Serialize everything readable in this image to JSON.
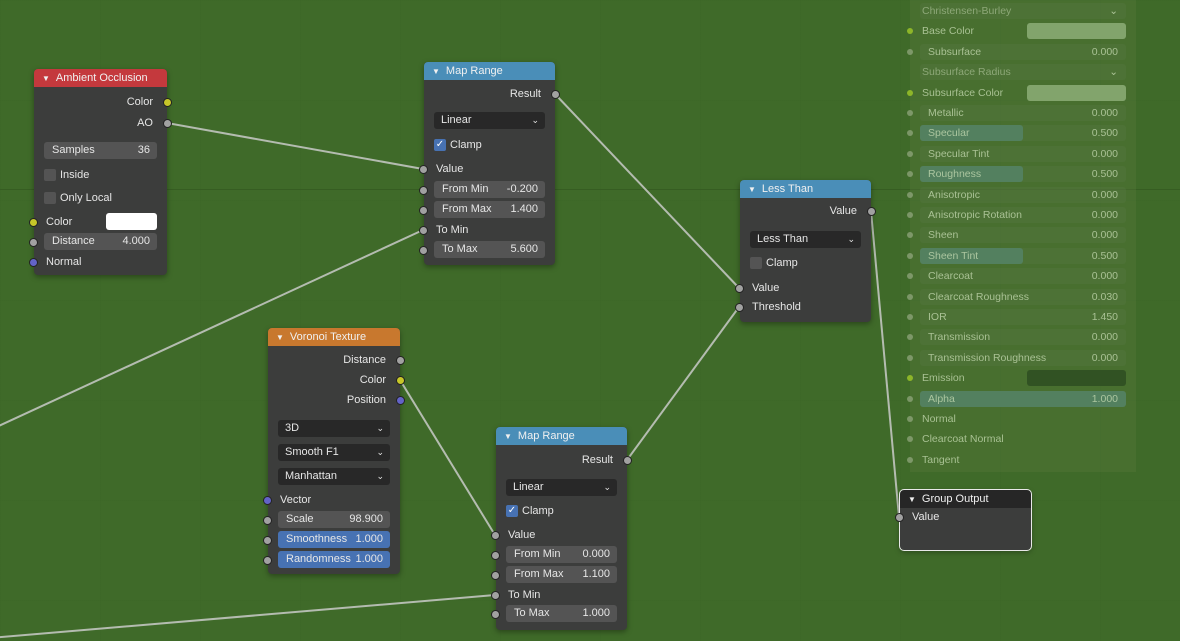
{
  "colors": {
    "background": "#3f6a29",
    "header_blue": "#4a8eb8",
    "header_red": "#c4393d",
    "header_orange": "#c8782e",
    "socket_gray": "#a1a1a1",
    "socket_yellow": "#c7c729",
    "socket_purple": "#6363c7",
    "field_blue": "#4772b3"
  },
  "nodes": [
    {
      "id": "ao",
      "title": "Ambient Occlusion",
      "header": "red",
      "rows": [
        {
          "type": "out",
          "label": "Color",
          "sock": "yellow"
        },
        {
          "type": "out",
          "label": "AO",
          "sock": "gray"
        },
        {
          "type": "field",
          "label": "Samples",
          "value": "36"
        },
        {
          "type": "check",
          "label": "Inside",
          "checked": false
        },
        {
          "type": "check",
          "label": "Only Local",
          "checked": false
        },
        {
          "type": "color",
          "label": "Color",
          "sock": "yellow"
        },
        {
          "type": "field",
          "label": "Distance",
          "value": "4.000",
          "sock": "gray"
        },
        {
          "type": "in",
          "label": "Normal",
          "sock": "purple"
        }
      ]
    },
    {
      "id": "mr1",
      "title": "Map Range",
      "header": "blue",
      "rows": [
        {
          "type": "out",
          "label": "Result",
          "sock": "gray"
        },
        {
          "type": "select",
          "value": "Linear"
        },
        {
          "type": "check",
          "label": "Clamp",
          "checked": true
        },
        {
          "type": "in",
          "label": "Value",
          "sock": "gray"
        },
        {
          "type": "field",
          "label": "From Min",
          "value": "-0.200",
          "sock": "gray"
        },
        {
          "type": "field",
          "label": "From Max",
          "value": "1.400",
          "sock": "gray"
        },
        {
          "type": "in",
          "label": "To Min",
          "sock": "gray"
        },
        {
          "type": "field",
          "label": "To Max",
          "value": "5.600",
          "sock": "gray"
        }
      ]
    },
    {
      "id": "lt",
      "title": "Less Than",
      "header": "blue",
      "rows": [
        {
          "type": "out",
          "label": "Value",
          "sock": "gray"
        },
        {
          "type": "select",
          "value": "Less Than"
        },
        {
          "type": "check",
          "label": "Clamp",
          "checked": false
        },
        {
          "type": "in",
          "label": "Value",
          "sock": "gray"
        },
        {
          "type": "in",
          "label": "Threshold",
          "sock": "gray"
        }
      ]
    },
    {
      "id": "go",
      "title": "Group Output",
      "header": "dark",
      "selected": true,
      "rows": [
        {
          "type": "in",
          "label": "Value",
          "sock": "gray"
        }
      ]
    },
    {
      "id": "vor",
      "title": "Voronoi Texture",
      "header": "orange",
      "rows": [
        {
          "type": "out",
          "label": "Distance",
          "sock": "gray"
        },
        {
          "type": "out",
          "label": "Color",
          "sock": "yellow"
        },
        {
          "type": "out",
          "label": "Position",
          "sock": "purple"
        },
        {
          "type": "select",
          "value": "3D"
        },
        {
          "type": "select",
          "value": "Smooth F1"
        },
        {
          "type": "select",
          "value": "Manhattan"
        },
        {
          "type": "in",
          "label": "Vector",
          "sock": "purple"
        },
        {
          "type": "field",
          "label": "Scale",
          "value": "98.900",
          "sock": "gray"
        },
        {
          "type": "field",
          "label": "Smoothness",
          "value": "1.000",
          "sock": "gray",
          "blue": true
        },
        {
          "type": "field",
          "label": "Randomness",
          "value": "1.000",
          "sock": "gray",
          "blue": true
        }
      ]
    },
    {
      "id": "mr2",
      "title": "Map Range",
      "header": "blue",
      "rows": [
        {
          "type": "out",
          "label": "Result",
          "sock": "gray"
        },
        {
          "type": "select",
          "value": "Linear"
        },
        {
          "type": "check",
          "label": "Clamp",
          "checked": true
        },
        {
          "type": "in",
          "label": "Value",
          "sock": "gray"
        },
        {
          "type": "field",
          "label": "From Min",
          "value": "0.000",
          "sock": "gray"
        },
        {
          "type": "field",
          "label": "From Max",
          "value": "1.100",
          "sock": "gray"
        },
        {
          "type": "in",
          "label": "To Min",
          "sock": "gray"
        },
        {
          "type": "field",
          "label": "To Max",
          "value": "1.000",
          "sock": "gray"
        }
      ]
    }
  ],
  "bsdf_rows": [
    {
      "type": "select",
      "label": "Christensen-Burley"
    },
    {
      "type": "color",
      "label": "Base Color",
      "sock": "y"
    },
    {
      "type": "field",
      "label": "Subsurface",
      "value": "0.000"
    },
    {
      "type": "select",
      "label": "Subsurface Radius"
    },
    {
      "type": "color",
      "label": "Subsurface Color",
      "sock": "y"
    },
    {
      "type": "field",
      "label": "Metallic",
      "value": "0.000"
    },
    {
      "type": "field",
      "label": "Specular",
      "value": "0.500",
      "fill": 0.5
    },
    {
      "type": "field",
      "label": "Specular Tint",
      "value": "0.000"
    },
    {
      "type": "field",
      "label": "Roughness",
      "value": "0.500",
      "fill": 0.5
    },
    {
      "type": "field",
      "label": "Anisotropic",
      "value": "0.000"
    },
    {
      "type": "field",
      "label": "Anisotropic Rotation",
      "value": "0.000"
    },
    {
      "type": "field",
      "label": "Sheen",
      "value": "0.000"
    },
    {
      "type": "field",
      "label": "Sheen Tint",
      "value": "0.500",
      "fill": 0.5
    },
    {
      "type": "field",
      "label": "Clearcoat",
      "value": "0.000"
    },
    {
      "type": "field",
      "label": "Clearcoat Roughness",
      "value": "0.030"
    },
    {
      "type": "field",
      "label": "IOR",
      "value": "1.450"
    },
    {
      "type": "field",
      "label": "Transmission",
      "value": "0.000"
    },
    {
      "type": "field",
      "label": "Transmission Roughness",
      "value": "0.000"
    },
    {
      "type": "color",
      "label": "Emission",
      "sock": "y",
      "dark": true
    },
    {
      "type": "field",
      "label": "Alpha",
      "value": "1.000",
      "fill": 1
    },
    {
      "type": "in",
      "label": "Normal"
    },
    {
      "type": "in",
      "label": "Clearcoat Normal"
    },
    {
      "type": "in",
      "label": "Tangent"
    }
  ]
}
